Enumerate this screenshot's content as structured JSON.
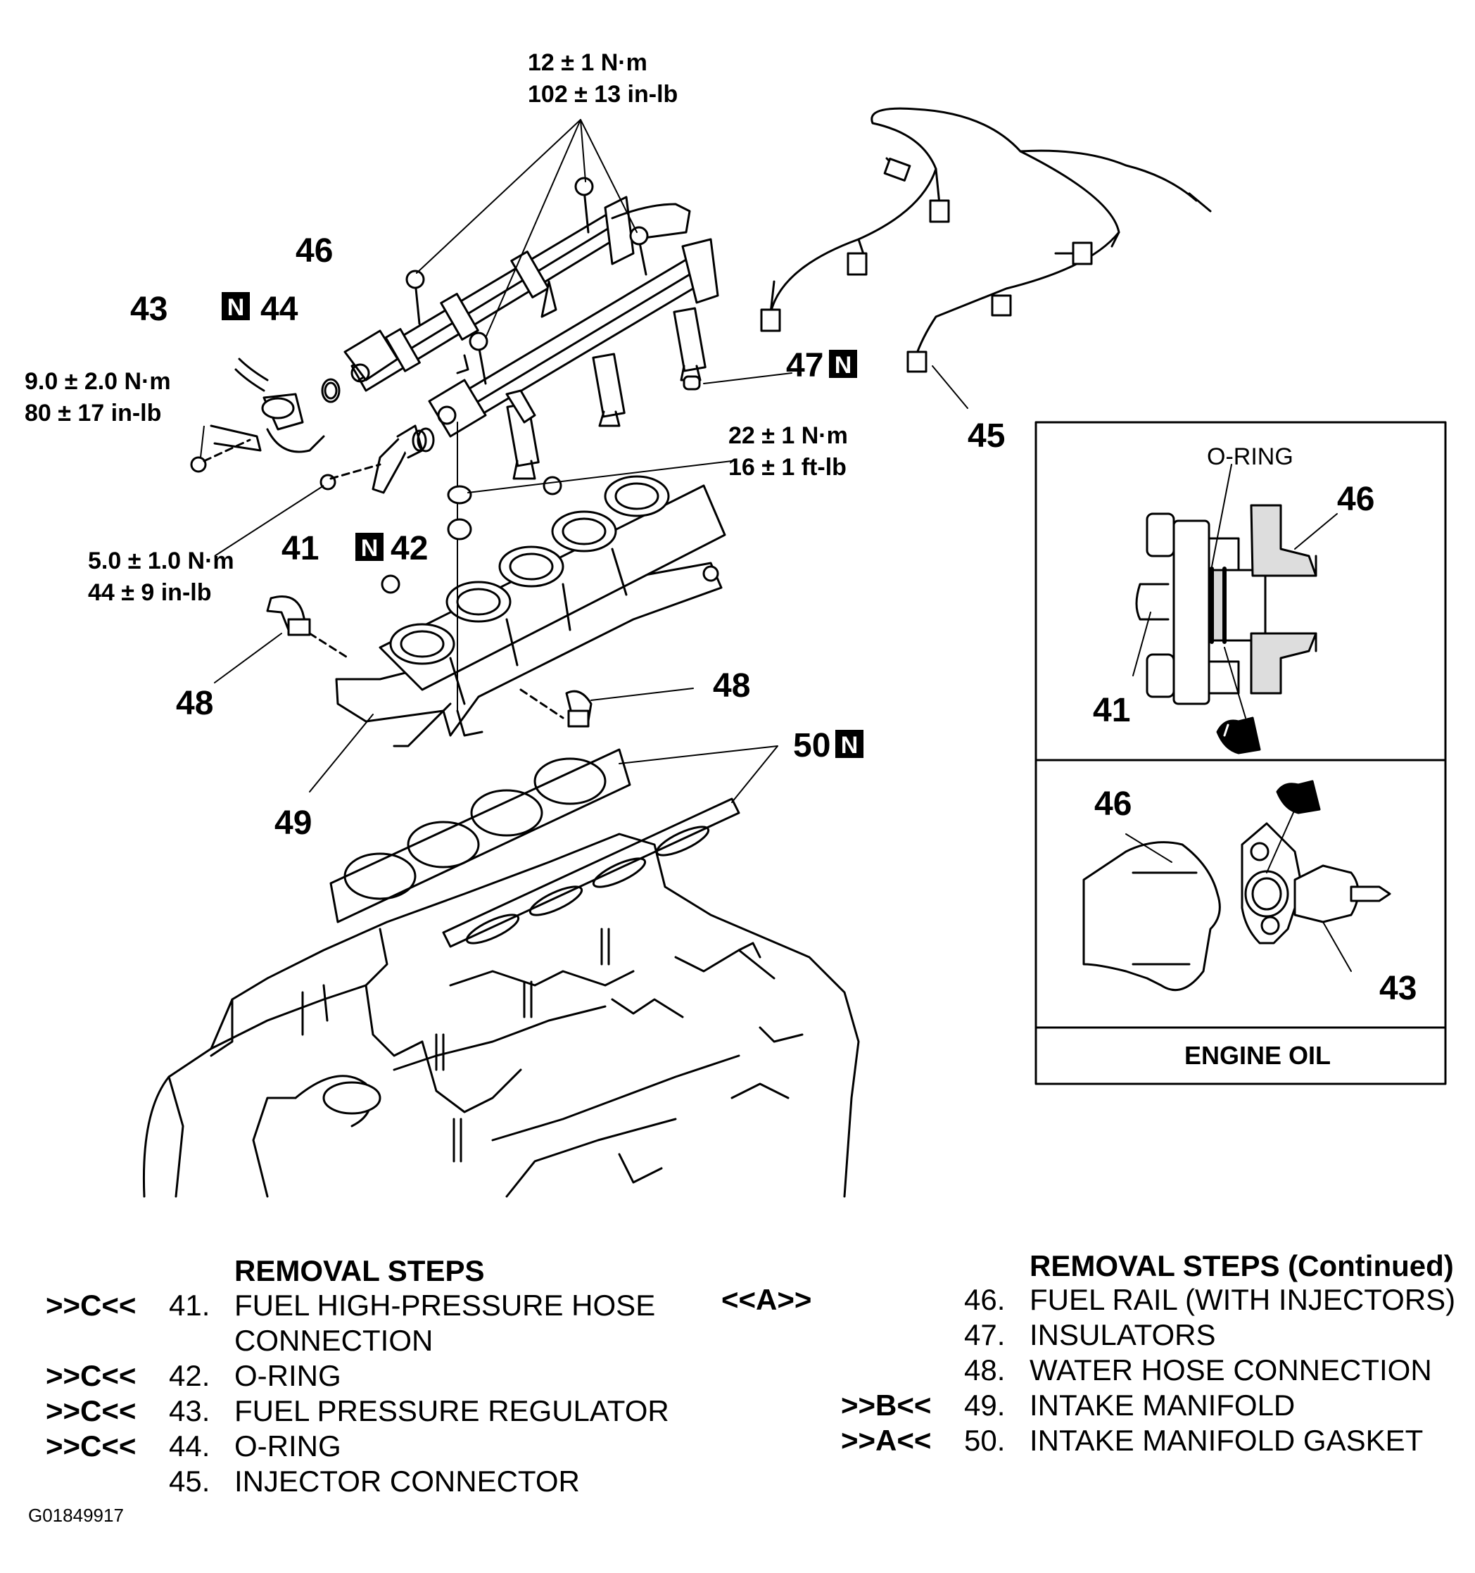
{
  "callouts": {
    "c46": "46",
    "c43": "43",
    "c44": "44",
    "c47": "47",
    "c45": "45",
    "c41": "41",
    "c42": "42",
    "c48a": "48",
    "c48b": "48",
    "c49": "49",
    "c50": "50",
    "n_badge": "N"
  },
  "torques": {
    "rail_bolts_nm": "12 ± 1 N·m",
    "rail_bolts_inlb": "102 ± 13 in-lb",
    "regulator_nm": "9.0 ± 2.0 N·m",
    "regulator_inlb": "80 ± 17 in-lb",
    "hose_nm": "5.0 ± 1.0 N·m",
    "hose_inlb": "44 ± 9 in-lb",
    "manifold_nm": "22 ± 1 N·m",
    "manifold_ftlb": "16 ± 1 ft-lb"
  },
  "inset_top": {
    "label_oring": "O-RING",
    "c46": "46",
    "c41": "41"
  },
  "inset_bottom": {
    "c46": "46",
    "c43": "43"
  },
  "inset_footer": "ENGINE OIL",
  "removal": {
    "header_left": "REMOVAL STEPS",
    "header_right": "REMOVAL STEPS (Continued)",
    "left": [
      {
        "code": ">>C<<",
        "num": "41.",
        "name": "FUEL HIGH-PRESSURE HOSE"
      },
      {
        "code": "",
        "num": "",
        "name": "CONNECTION"
      },
      {
        "code": ">>C<<",
        "num": "42.",
        "name": "O-RING"
      },
      {
        "code": ">>C<<",
        "num": "43.",
        "name": "FUEL PRESSURE REGULATOR"
      },
      {
        "code": ">>C<<",
        "num": "44.",
        "name": "O-RING"
      },
      {
        "code": "",
        "num": "45.",
        "name": "INJECTOR CONNECTOR"
      }
    ],
    "right": [
      {
        "code": "<<A>>",
        "num": "46.",
        "name": "FUEL RAIL (WITH INJECTORS)"
      },
      {
        "code": "",
        "num": "47.",
        "name": "INSULATORS"
      },
      {
        "code": "",
        "num": "48.",
        "name": "WATER HOSE CONNECTION"
      },
      {
        "code": ">>B<<",
        "num": "49.",
        "name": "INTAKE MANIFOLD"
      },
      {
        "code": ">>A<<",
        "num": "50.",
        "name": "INTAKE MANIFOLD GASKET"
      }
    ]
  },
  "figure_id": "G01849917"
}
